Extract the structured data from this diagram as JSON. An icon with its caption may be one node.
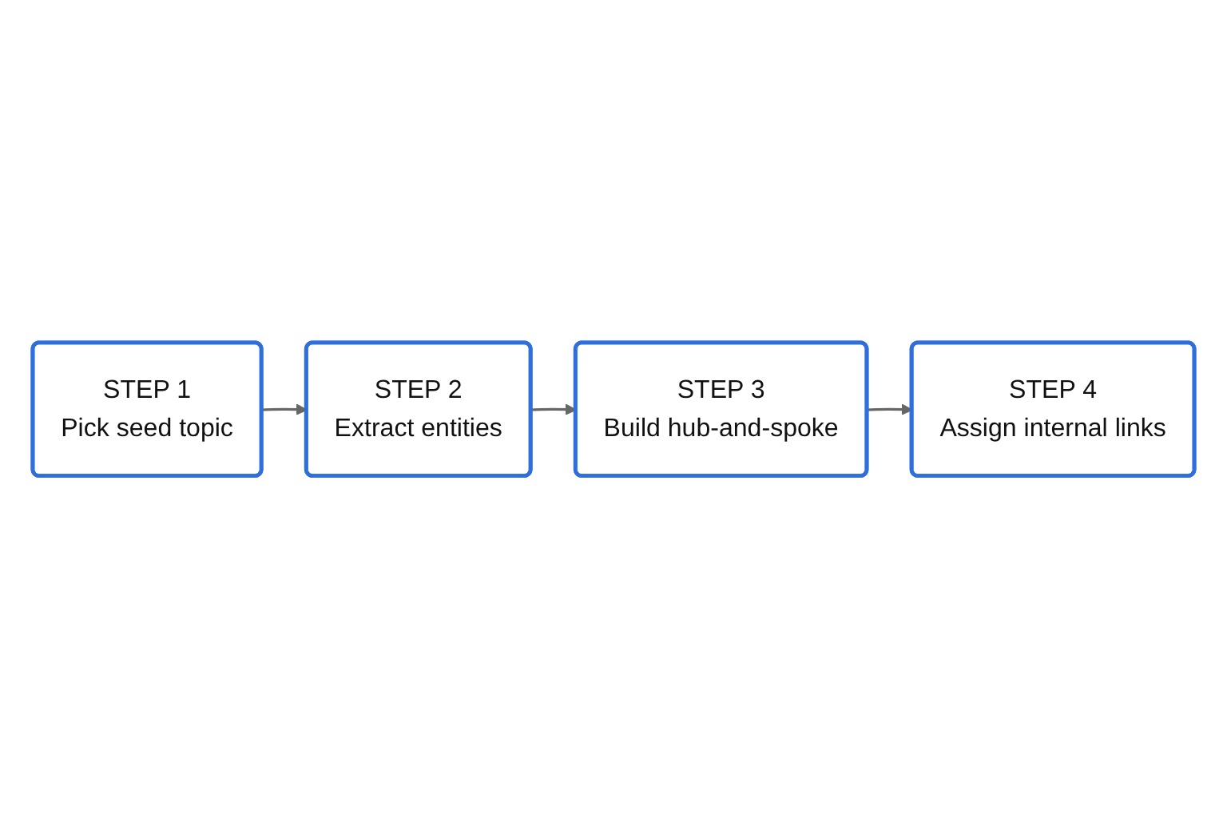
{
  "diagram": {
    "nodes": [
      {
        "text": [
          "STEP 1",
          "Pick seed topic"
        ]
      },
      {
        "text": [
          "STEP 2",
          "Extract entities"
        ]
      },
      {
        "text": [
          "STEP 3",
          "Build hub-and-spoke"
        ]
      },
      {
        "text": [
          "STEP 4",
          "Assign internal links"
        ]
      }
    ],
    "edges": [
      {
        "from": 0,
        "to": 1,
        "arrow": "to"
      },
      {
        "from": 1,
        "to": 2,
        "arrow": "to"
      },
      {
        "from": 2,
        "to": 3,
        "arrow": "to"
      }
    ]
  }
}
